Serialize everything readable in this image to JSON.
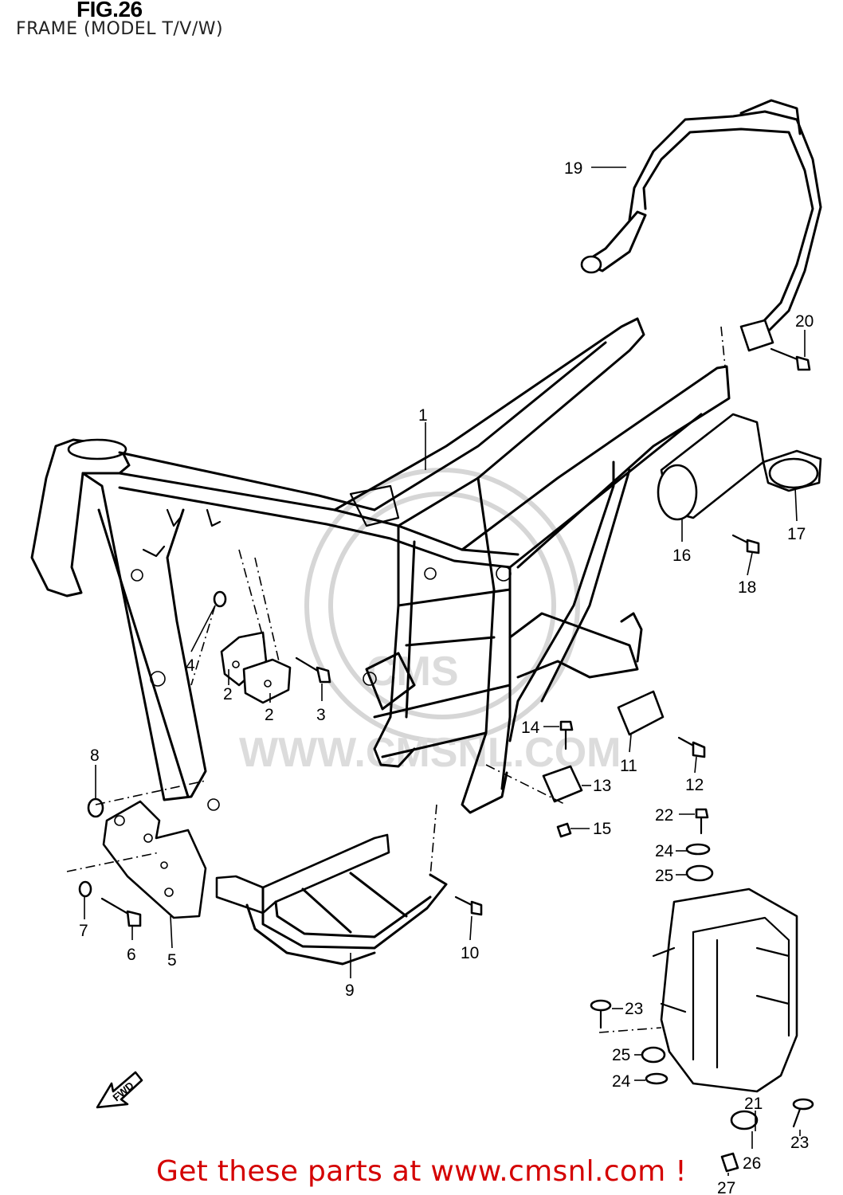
{
  "figure": {
    "title": "FIG.26",
    "subtitle": "FRAME (MODEL T/V/W)"
  },
  "watermark": {
    "text": "WWW.CMSNL.COM",
    "logo": "CMS"
  },
  "direction_marker": {
    "label": "FWD",
    "icon": "fwd-arrow-icon"
  },
  "callouts": [
    "1",
    "2",
    "2",
    "3",
    "4",
    "5",
    "6",
    "7",
    "8",
    "9",
    "10",
    "11",
    "12",
    "13",
    "14",
    "15",
    "16",
    "17",
    "18",
    "19",
    "20",
    "21",
    "22",
    "23",
    "23",
    "24",
    "24",
    "25",
    "25",
    "26",
    "27"
  ],
  "footer": {
    "text": "Get these parts at www.cmsnl.com !",
    "color": "#d40000"
  }
}
